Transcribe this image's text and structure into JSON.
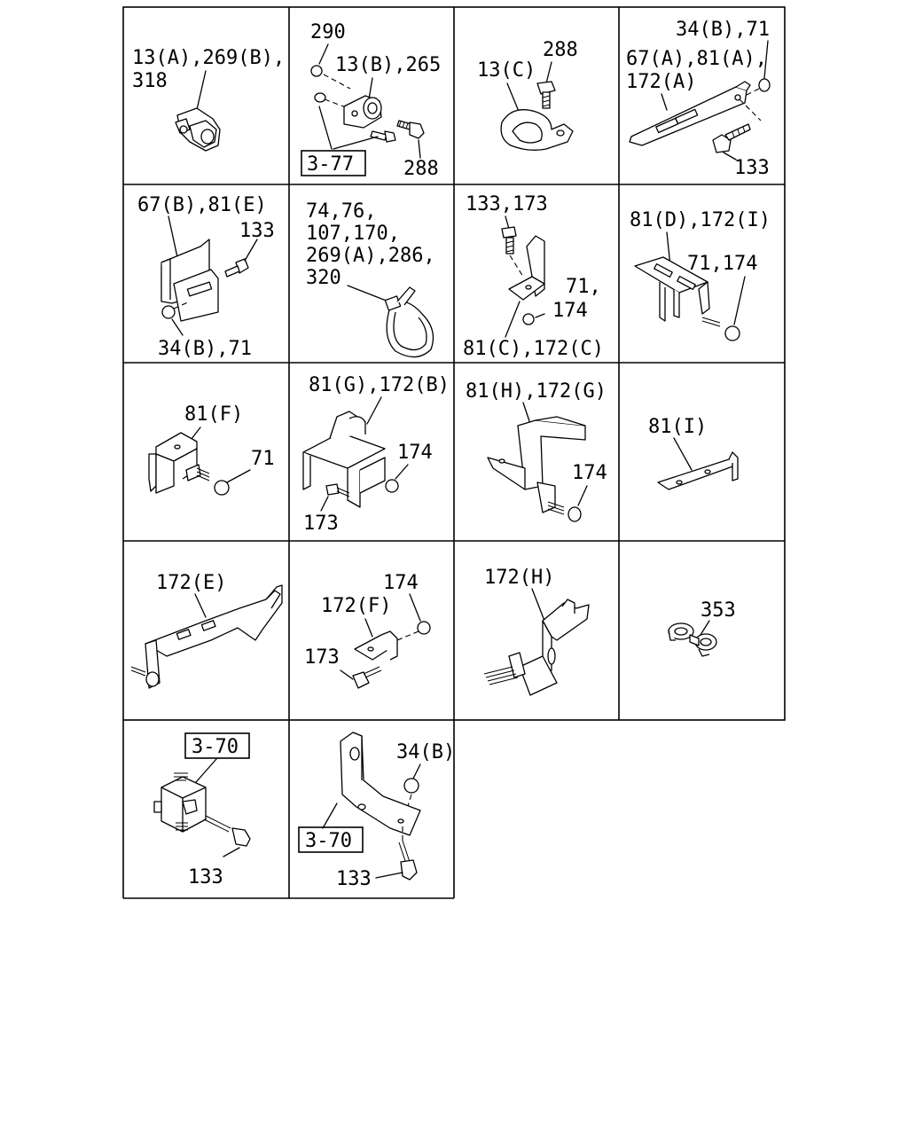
{
  "cells": [
    {
      "id": "c1",
      "labels": [
        "13(A),269(B),",
        "318"
      ]
    },
    {
      "id": "c2",
      "labels": [
        "290",
        "13(B),265",
        "288"
      ],
      "ref": "3-77"
    },
    {
      "id": "c3",
      "labels": [
        "288",
        "13(C)"
      ]
    },
    {
      "id": "c4",
      "labels": [
        "34(B),71",
        "67(A),81(A),",
        "172(A)",
        "133"
      ]
    },
    {
      "id": "c5",
      "labels": [
        "67(B),81(E)",
        "133",
        "34(B),71"
      ]
    },
    {
      "id": "c6",
      "labels": [
        "74,76,",
        "107,170,",
        "269(A),286,",
        "320"
      ]
    },
    {
      "id": "c7",
      "labels": [
        "133,173",
        "71,",
        "174",
        "81(C),172(C)"
      ]
    },
    {
      "id": "c8",
      "labels": [
        "81(D),172(I)",
        "71,174"
      ]
    },
    {
      "id": "c9",
      "labels": [
        "81(F)",
        "71"
      ]
    },
    {
      "id": "c10",
      "labels": [
        "81(G),172(B)",
        "174",
        "173"
      ]
    },
    {
      "id": "c11",
      "labels": [
        "81(H),172(G)",
        "174"
      ]
    },
    {
      "id": "c12",
      "labels": [
        "81(I)"
      ]
    },
    {
      "id": "c13",
      "labels": [
        "172(E)"
      ]
    },
    {
      "id": "c14",
      "labels": [
        "174",
        "172(F)",
        "173"
      ]
    },
    {
      "id": "c15",
      "labels": [
        "172(H)"
      ]
    },
    {
      "id": "c16",
      "labels": [
        "353"
      ]
    },
    {
      "id": "c17",
      "labels": [
        "133"
      ],
      "ref": "3-70"
    },
    {
      "id": "c18",
      "labels": [
        "34(B)",
        "133"
      ],
      "ref": "3-70"
    }
  ]
}
